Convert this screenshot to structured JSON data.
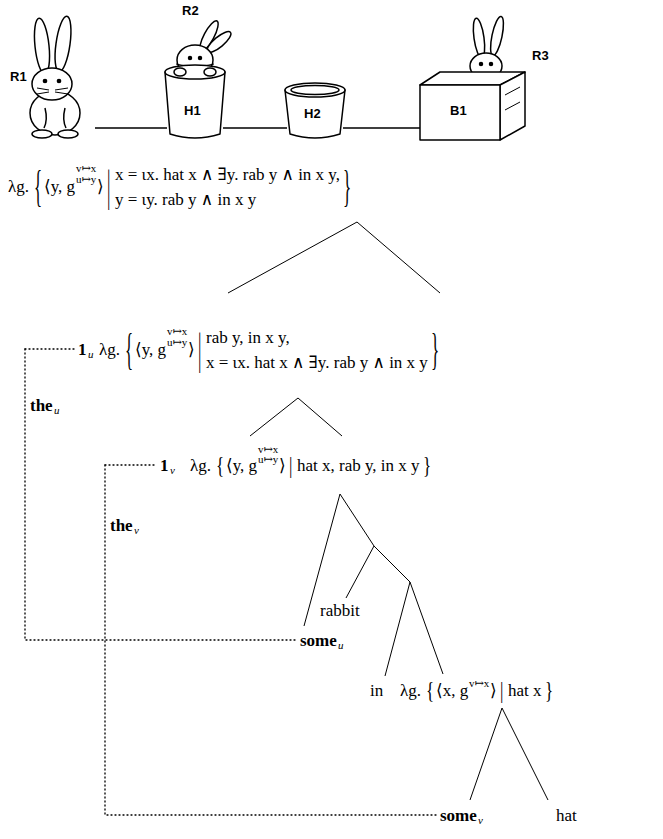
{
  "diagram": {
    "labels": [
      "R1",
      "R2",
      "R3",
      "H1",
      "H2",
      "B1",
      "λg.",
      "{",
      "⟨y, g",
      "v↦x",
      "u↦y",
      "⟩",
      "|",
      "x = ιx. hat x ∧ ∃y. rab y ∧ in x y,",
      "y = ιy. rab y ∧ in x y",
      "}",
      "1",
      "u",
      "λg.",
      "{",
      "⟨y, g",
      "v↦x",
      "u↦y",
      "⟩",
      "|",
      "rab y, in x y,",
      "x = ιx. hat x ∧ ∃y. rab y ∧ in x y",
      "}",
      "the",
      "u",
      "1",
      "v",
      "λg.",
      "{",
      "⟨y, g",
      "v↦x",
      "u↦y",
      "⟩",
      "|",
      "hat x, rab y, in x y",
      "}",
      "the",
      "v",
      "some",
      "u",
      "rabbit",
      "in",
      "λg.",
      "{",
      "⟨x, g",
      "v↦x",
      "⟩",
      "|",
      "hat x",
      "}",
      "some",
      "v",
      "hat"
    ]
  }
}
